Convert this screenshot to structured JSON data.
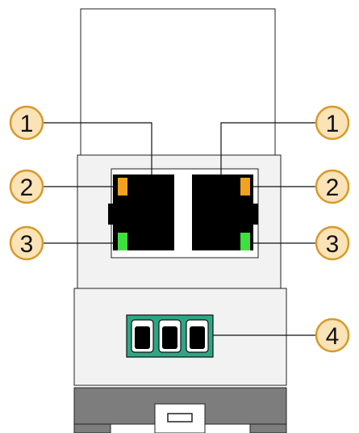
{
  "callouts": [
    {
      "label": "1",
      "side": "left",
      "meaning": "port"
    },
    {
      "label": "1",
      "side": "right",
      "meaning": "port"
    },
    {
      "label": "2",
      "side": "left",
      "meaning": "led-amber"
    },
    {
      "label": "2",
      "side": "right",
      "meaning": "led-amber"
    },
    {
      "label": "3",
      "side": "left",
      "meaning": "led-green"
    },
    {
      "label": "3",
      "side": "right",
      "meaning": "led-green"
    },
    {
      "label": "4",
      "side": "right",
      "meaning": "terminal-block"
    }
  ],
  "colors": {
    "callout_fill": "#fbe3b8",
    "callout_stroke": "#d89a2a",
    "led_amber": "#f3a21e",
    "led_green": "#3ee03e",
    "terminal_fill": "#2ea684",
    "base_fill": "#7d7d7d",
    "body_fill": "#f2f2f2",
    "port_fill": "#000000"
  }
}
